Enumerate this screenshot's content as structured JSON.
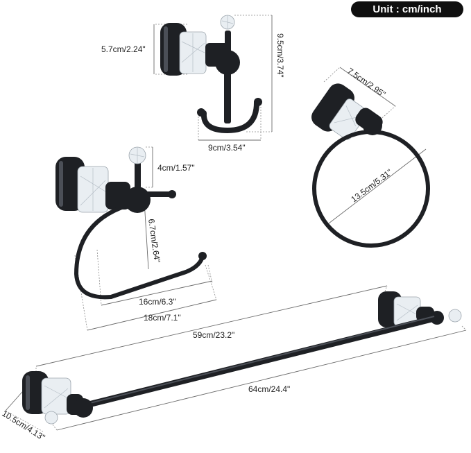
{
  "unit_label": "Unit : cm/inch",
  "colors": {
    "metal": "#1e2024",
    "badge": "#0f0f0f",
    "guide": "#8a8a8a"
  },
  "products": {
    "robe_hook": {
      "width_label": "9cm/3.54\"",
      "height_label": "9.5cm/3.74\"",
      "projection_label": "5.7cm/2.24\""
    },
    "towel_ring": {
      "base_label": "7.5cm/2.95\"",
      "diameter_label": "13.5cm/5.31\""
    },
    "paper_holder": {
      "knob_label": "4cm/1.57\"",
      "projection_label": "6.7cm/2.64\"",
      "inner_length_label": "16cm/6.3\"",
      "overall_length_label": "18cm/7.1\""
    },
    "towel_bar": {
      "bar_length_label": "59cm/23.2\"",
      "overall_length_label": "64cm/24.4\"",
      "projection_label": "10.5cm/4.13\""
    }
  }
}
